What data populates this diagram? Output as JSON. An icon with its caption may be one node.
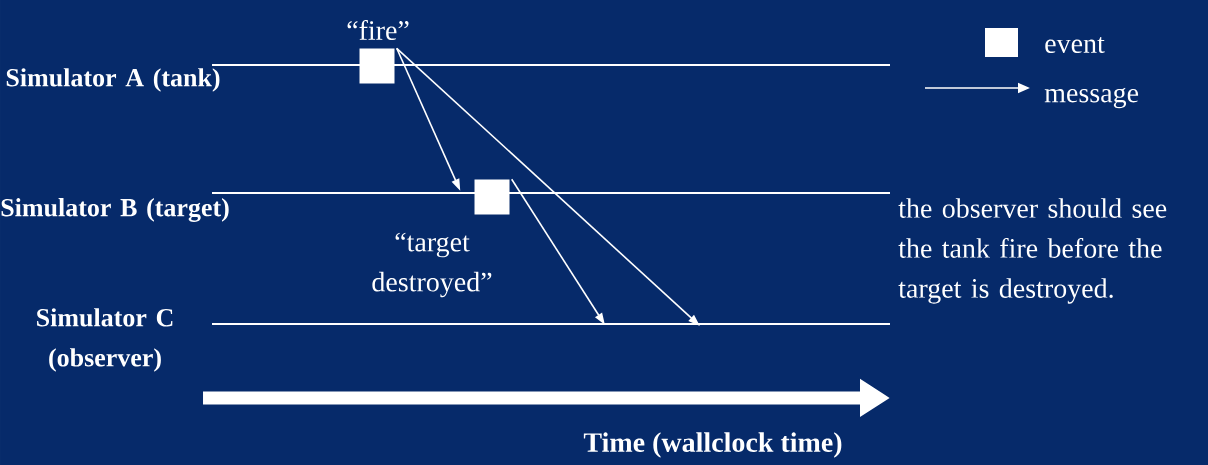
{
  "diagram": {
    "nodes": [
      {
        "text": [
          "Simulator A (tank)"
        ]
      },
      {
        "text": [
          "Simulator B (target)"
        ]
      },
      {
        "text": [
          "Simulator C (observer)"
        ]
      },
      {
        "text": [],
        "shape": "box",
        "beside": [
          "“fire”"
        ]
      },
      {
        "text": [],
        "shape": "box",
        "beside": [
          "“target destroyed”"
        ]
      }
    ],
    "edges": [
      {
        "from": 3,
        "to": 4,
        "arrow": "to"
      },
      {
        "from": 3,
        "to": null,
        "arrow": "to"
      },
      {
        "from": 4,
        "to": null,
        "arrow": "to"
      }
    ],
    "labels": [
      "the observer should see the tank fire before the target is destroyed.",
      "Time (wallclock time)"
    ],
    "legend": [
      {
        "text": "event"
      },
      {
        "text": "message"
      }
    ]
  }
}
